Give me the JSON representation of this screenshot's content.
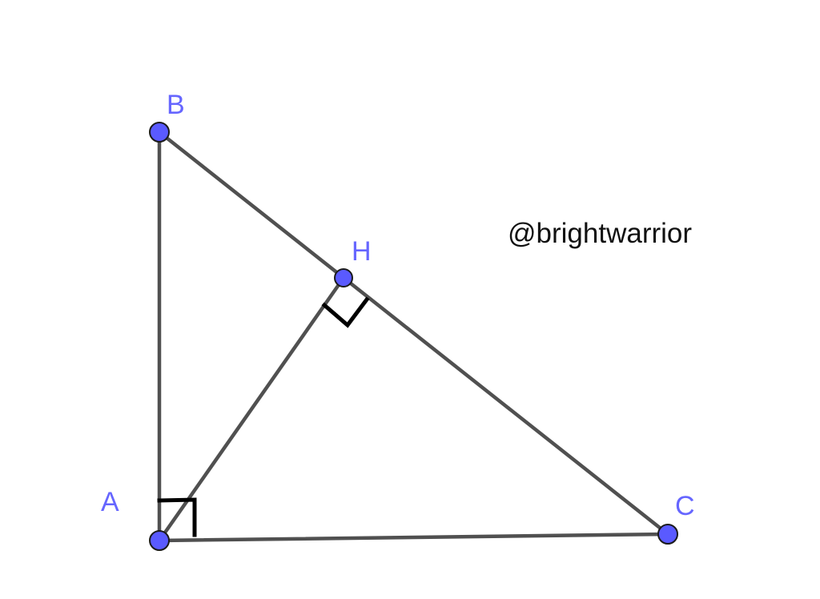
{
  "colors": {
    "point_fill": "#5a5aff",
    "label": "#6666ff",
    "segment": "#505050",
    "mark": "#000000",
    "watermark": "#111111"
  },
  "points": {
    "A": {
      "label": "A"
    },
    "B": {
      "label": "B"
    },
    "C": {
      "label": "C"
    },
    "H": {
      "label": "H"
    }
  },
  "segments": [
    "AB",
    "BC",
    "CA",
    "AH"
  ],
  "right_angles": [
    "BAC",
    "AHC"
  ],
  "watermark": "@brightwarrior"
}
